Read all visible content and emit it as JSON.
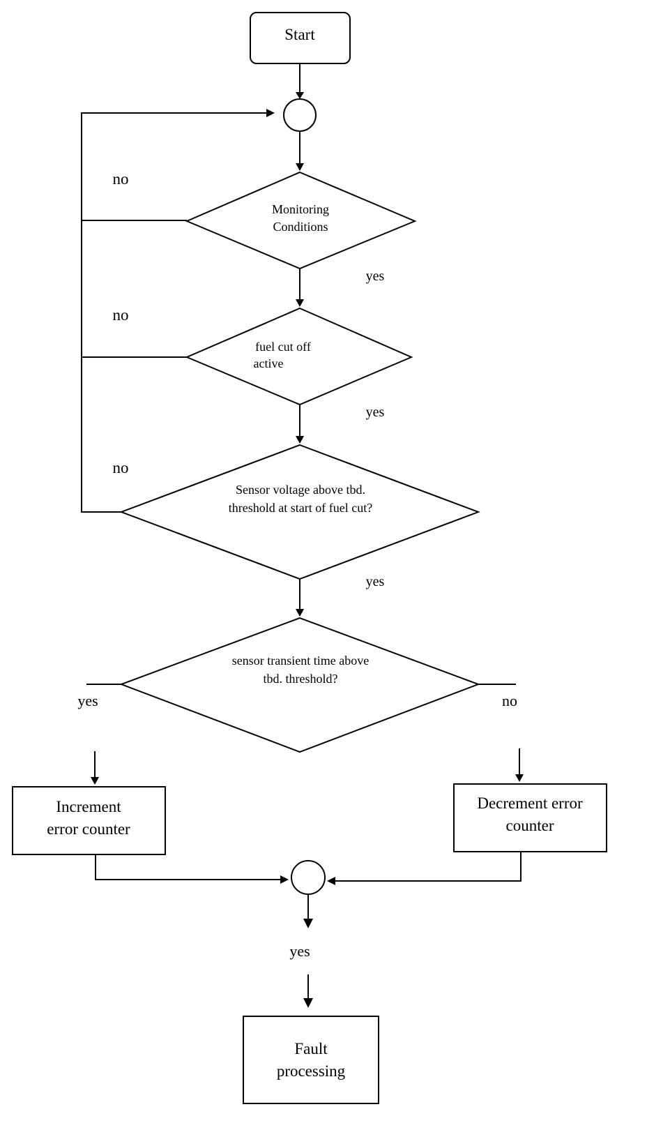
{
  "nodes": {
    "start": "Start",
    "monitoring": [
      "Monitoring",
      "Conditions"
    ],
    "fuel_cut": [
      "fuel cut off",
      "active"
    ],
    "sensor_voltage": [
      "Sensor voltage above tbd.",
      "threshold at start of fuel cut?"
    ],
    "transient_time": [
      "sensor transient time above",
      "tbd. threshold?"
    ],
    "increment": [
      "Increment",
      "error counter"
    ],
    "decrement": [
      "Decrement error",
      "counter"
    ],
    "fault": [
      "Fault",
      "processing"
    ]
  },
  "edges": {
    "monitoring_no": "no",
    "monitoring_yes": "yes",
    "fuel_cut_no": "no",
    "fuel_cut_yes": "yes",
    "sensor_voltage_no": "no",
    "sensor_voltage_yes": "yes",
    "transient_yes": "yes",
    "transient_no": "no",
    "merge_yes": "yes"
  }
}
